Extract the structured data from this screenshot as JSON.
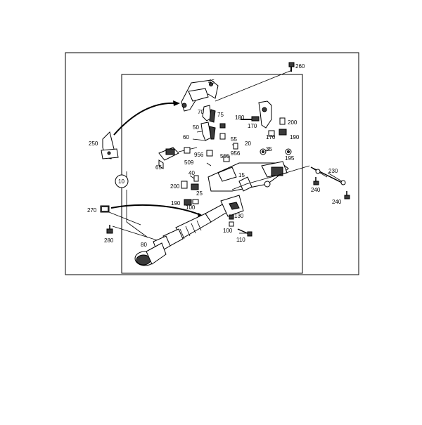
{
  "diagram": {
    "callouts": {
      "c260": "260",
      "c45": "45",
      "c70": "70",
      "c75": "75",
      "c180": "180",
      "c200a": "200",
      "c50": "50",
      "c170a": "170",
      "c170b": "170",
      "c190a": "190",
      "c250": "250",
      "c60": "60",
      "c55a": "55",
      "c20": "20",
      "c35": "35",
      "c956a": "956",
      "c555": "555",
      "c956b": "956",
      "c195": "195",
      "c509": "509",
      "c65": "65",
      "c40": "40",
      "c15": "15",
      "c230": "230",
      "c10": "10",
      "c200b": "200",
      "c25": "25",
      "c240a": "240",
      "c190b": "190",
      "c100a": "100",
      "c240b": "240",
      "c270": "270",
      "c130": "130",
      "c100b": "100",
      "c110": "110",
      "c280": "280",
      "c80": "80"
    }
  }
}
